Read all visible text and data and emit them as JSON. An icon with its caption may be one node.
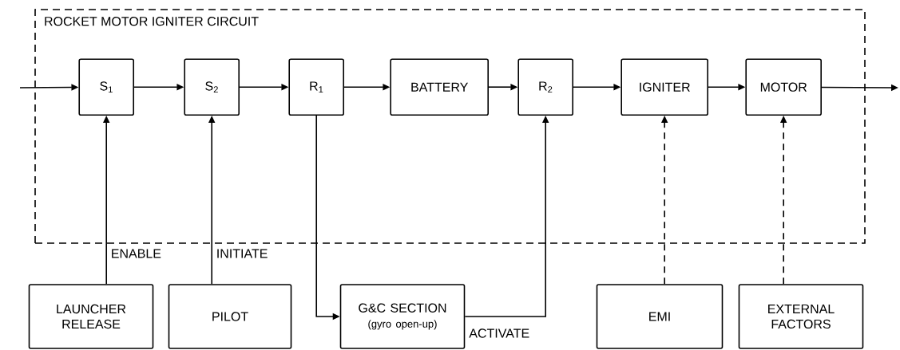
{
  "diagram": {
    "nodes": [
      {
        "text": [
          "ROCKET MOTOR IGNITER CIRCUIT"
        ]
      },
      {
        "text": [
          "S$_{1}$"
        ],
        "in": 0
      },
      {
        "text": [
          "S$_{2}$"
        ],
        "in": 0
      },
      {
        "text": [
          "R$_{1}$"
        ],
        "in": 0
      },
      {
        "text": [
          "BATTERY"
        ],
        "in": 0
      },
      {
        "text": [
          "R$_{2}$"
        ],
        "in": 0
      },
      {
        "text": [
          "IGNITER"
        ],
        "in": 0
      },
      {
        "text": [
          "MOTOR"
        ],
        "in": 0
      },
      {
        "text": [
          "LAUNCHER RELEASE"
        ]
      },
      {
        "text": [
          "PILOT"
        ]
      },
      {
        "text": [
          "G&C SECTION",
          "(gyro open-up)"
        ]
      },
      {
        "text": [
          "EMI"
        ]
      },
      {
        "text": [
          "EXTERNAL FACTORS"
        ]
      }
    ],
    "edges": [
      {
        "from": null,
        "to": 1,
        "arrow": "to"
      },
      {
        "from": 1,
        "to": 2,
        "arrow": "to"
      },
      {
        "from": 2,
        "to": 3,
        "arrow": "to"
      },
      {
        "from": 3,
        "to": 4,
        "arrow": "to"
      },
      {
        "from": 4,
        "to": 5,
        "arrow": "to"
      },
      {
        "from": 5,
        "to": 6,
        "arrow": "to"
      },
      {
        "from": 6,
        "to": 7,
        "arrow": "to"
      },
      {
        "from": 7,
        "to": null,
        "arrow": "to"
      },
      {
        "from": 8,
        "to": 1,
        "arrow": "to",
        "label": "ENABLE"
      },
      {
        "from": 9,
        "to": 2,
        "arrow": "to",
        "label": "INITIATE"
      },
      {
        "from": 3,
        "to": 10,
        "arrow": "to"
      },
      {
        "from": 10,
        "to": 5,
        "arrow": "to",
        "label": "ACTIVATE"
      },
      {
        "from": 11,
        "to": 6,
        "arrow": "to",
        "style": "dashed"
      },
      {
        "from": 12,
        "to": 7,
        "arrow": "to",
        "style": "dashed"
      }
    ]
  }
}
